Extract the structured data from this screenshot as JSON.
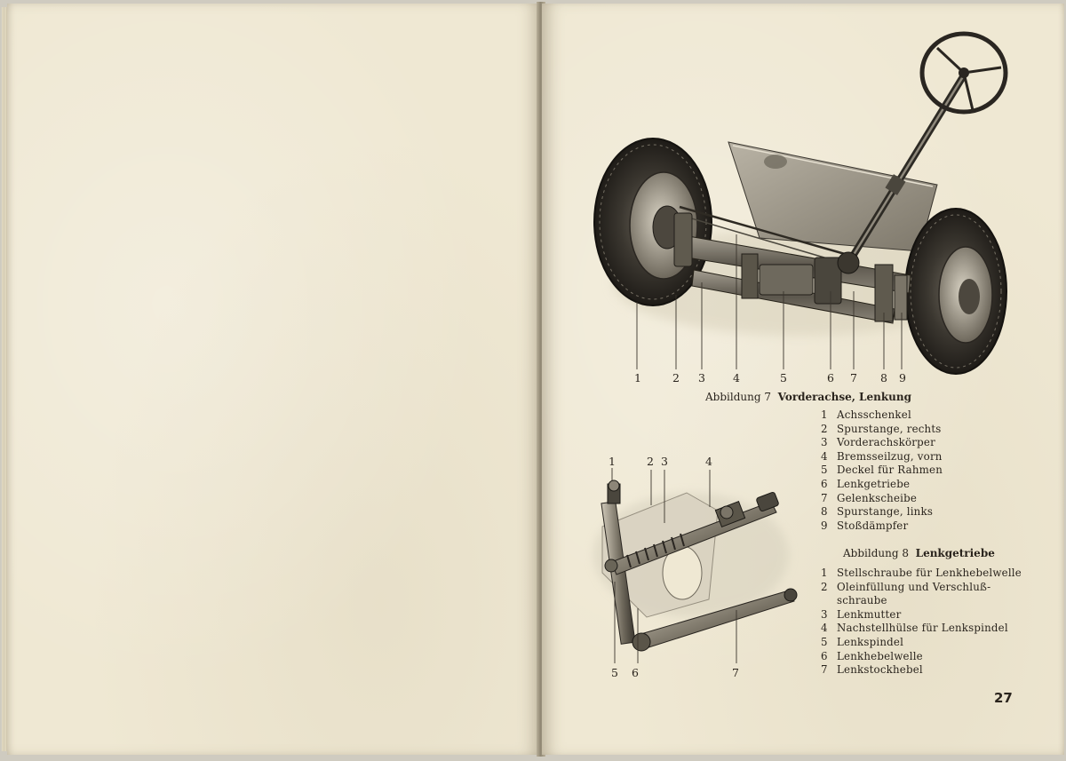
{
  "figure7": {
    "callouts": [
      "1",
      "2",
      "3",
      "4",
      "5",
      "6",
      "7",
      "8",
      "9"
    ],
    "caption_prefix": "Abbildung 7",
    "caption_title": "Vorderachse, Lenkung",
    "legend": [
      {
        "n": "1",
        "text": "Achsschenkel"
      },
      {
        "n": "2",
        "text": "Spurstange, rechts"
      },
      {
        "n": "3",
        "text": "Vorderachskörper"
      },
      {
        "n": "4",
        "text": "Bremsseilzug, vorn"
      },
      {
        "n": "5",
        "text": "Deckel für Rahmen"
      },
      {
        "n": "6",
        "text": "Lenkgetriebe"
      },
      {
        "n": "7",
        "text": "Gelenkscheibe"
      },
      {
        "n": "8",
        "text": "Spurstange, links"
      },
      {
        "n": "9",
        "text": "Stoßdämpfer"
      }
    ]
  },
  "figure8": {
    "callouts_top": [
      "1",
      "2",
      "3",
      "4"
    ],
    "callouts_bottom": [
      "5",
      "6",
      "7"
    ],
    "caption_prefix": "Abbildung 8",
    "caption_title": "Lenkgetriebe",
    "legend": [
      {
        "n": "1",
        "text": "Stellschraube für Lenkhebelwelle"
      },
      {
        "n": "2",
        "text": "Oleinfüllung und Verschluß-"
      },
      {
        "n": "",
        "text": "schraube"
      },
      {
        "n": "3",
        "text": "Lenkmutter"
      },
      {
        "n": "4",
        "text": "Nachstellhülse für Lenkspindel"
      },
      {
        "n": "5",
        "text": "Lenkspindel"
      },
      {
        "n": "6",
        "text": "Lenkhebelwelle"
      },
      {
        "n": "7",
        "text": "Lenkstockhebel"
      }
    ]
  },
  "page_number": "27"
}
